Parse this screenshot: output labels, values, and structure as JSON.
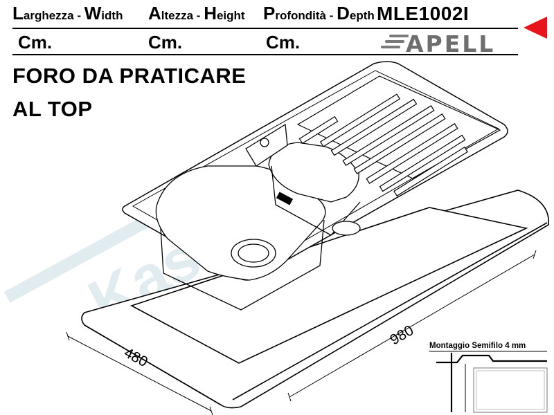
{
  "header": {
    "width_cap": "L",
    "width_text": "arghezza - ",
    "width_cap2": "W",
    "width_text2": "idth",
    "height_cap": "A",
    "height_text": "ltezza - ",
    "height_cap2": "H",
    "height_text2": "eight",
    "depth_cap": "P",
    "depth_text": "rofondità - ",
    "depth_cap2": "D",
    "depth_text2": "epth",
    "model": "MLE1002I"
  },
  "units": {
    "width": "Cm.",
    "height": "Cm.",
    "depth": "Cm."
  },
  "brand": {
    "name": "APELL",
    "color": "#6e6e6e"
  },
  "accent": {
    "arrow_color": "#e8141c"
  },
  "title": {
    "line1": "FORO DA PRATICARE",
    "line2": "AL TOP"
  },
  "dimensions": {
    "length": "980",
    "depth": "480"
  },
  "inset": {
    "label": "Montaggio Semifilo 4 mm"
  },
  "watermark": {
    "text": "Kasa Cucina",
    "color": "#c9dde6"
  }
}
